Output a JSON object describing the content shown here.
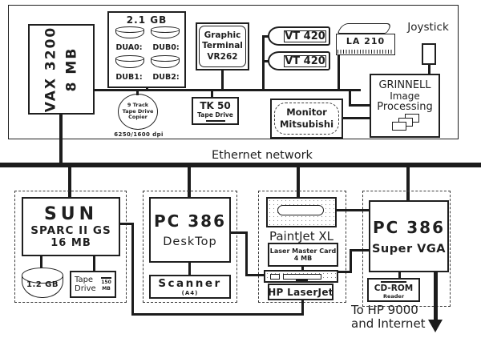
{
  "top": {
    "vax_line1": "VAX 3200",
    "vax_line2": "8 MB",
    "disk_array": {
      "title": "2.1 GB",
      "labels": [
        "DUA0:",
        "DUB0:",
        "DUB1:",
        "DUB2:"
      ]
    },
    "tape_copier": {
      "l1": "9 Track",
      "l2": "Tape Drive",
      "l3": "Copier",
      "caption": "6250/1600 dpi"
    },
    "graphic_terminal": {
      "l1": "Graphic",
      "l2": "Terminal",
      "l3": "VR262"
    },
    "tk50": {
      "l1": "TK 50",
      "l2": "Tape Drive"
    },
    "vt420_top": "VT 420",
    "vt420_bottom": "VT 420",
    "la210": "LA 210",
    "joystick_label": "Joystick",
    "grinnell": {
      "l1": "GRINNELL",
      "l2": "Image",
      "l3": "Processing"
    },
    "monitor": {
      "l1": "Monitor",
      "l2": "Mitsubishi"
    }
  },
  "ethernet_label": "Ethernet network",
  "bottom": {
    "sun": {
      "l1": "SUN",
      "l2": "SPARC II GS",
      "l3": "16 MB"
    },
    "sun_disk_label": "1.2 GB",
    "sun_tape": {
      "l1": "Tape",
      "l2": "Drive",
      "size_l1": "150",
      "size_l2": "MB"
    },
    "pc_desktop": {
      "l1": "PC 386",
      "l2": "DeskTop"
    },
    "scanner": {
      "l1": "Scanner",
      "l2": "(A4)"
    },
    "paintjet_label": "PaintJet XL",
    "laser_master": {
      "l1": "Laser Master Card",
      "l2": "4 MB"
    },
    "hp_laserjet_label": "HP LaserJet",
    "pc_vga": {
      "l1": "PC 386",
      "l2": "Super VGA"
    },
    "cdrom": {
      "l1": "CD-ROM",
      "l2": "Reader"
    },
    "note": {
      "l1": "To HP 9000",
      "l2": "and Internet"
    }
  },
  "colors": {
    "ink": "#1c1c1c",
    "background": "#ffffff"
  }
}
